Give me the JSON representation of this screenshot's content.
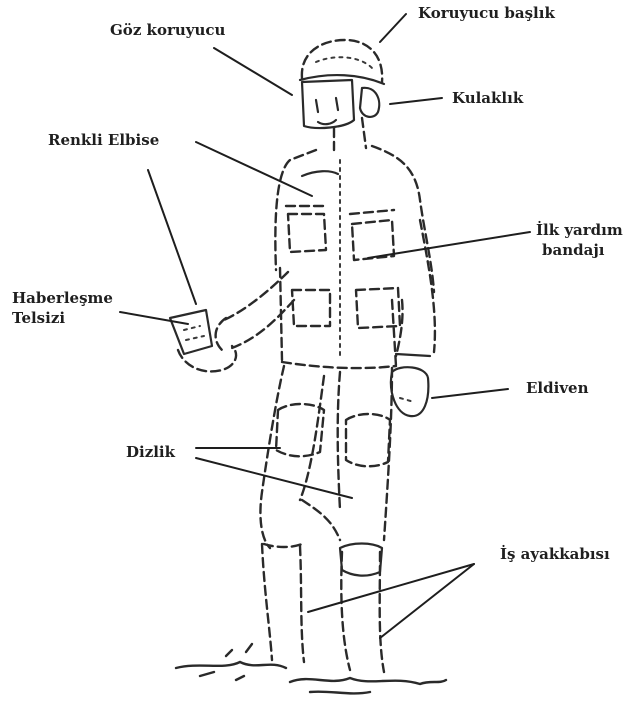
{
  "labels": {
    "goz_koruyucu": "Göz koruyucu",
    "koruyucu_baslik": "Koruyucu başlık",
    "kulaklik": "Kulaklık",
    "renkli_elbise": "Renkli Elbise",
    "ilk_yardim_line1": "İlk yardım",
    "ilk_yardim_line2": "bandajı",
    "haberlesme_line1": "Haberleşme",
    "haberlesme_line2": "Telsizi",
    "eldiven": "Eldiven",
    "dizlik": "Dizlik",
    "is_ayakkabisi": "İş ayakkabısı"
  }
}
